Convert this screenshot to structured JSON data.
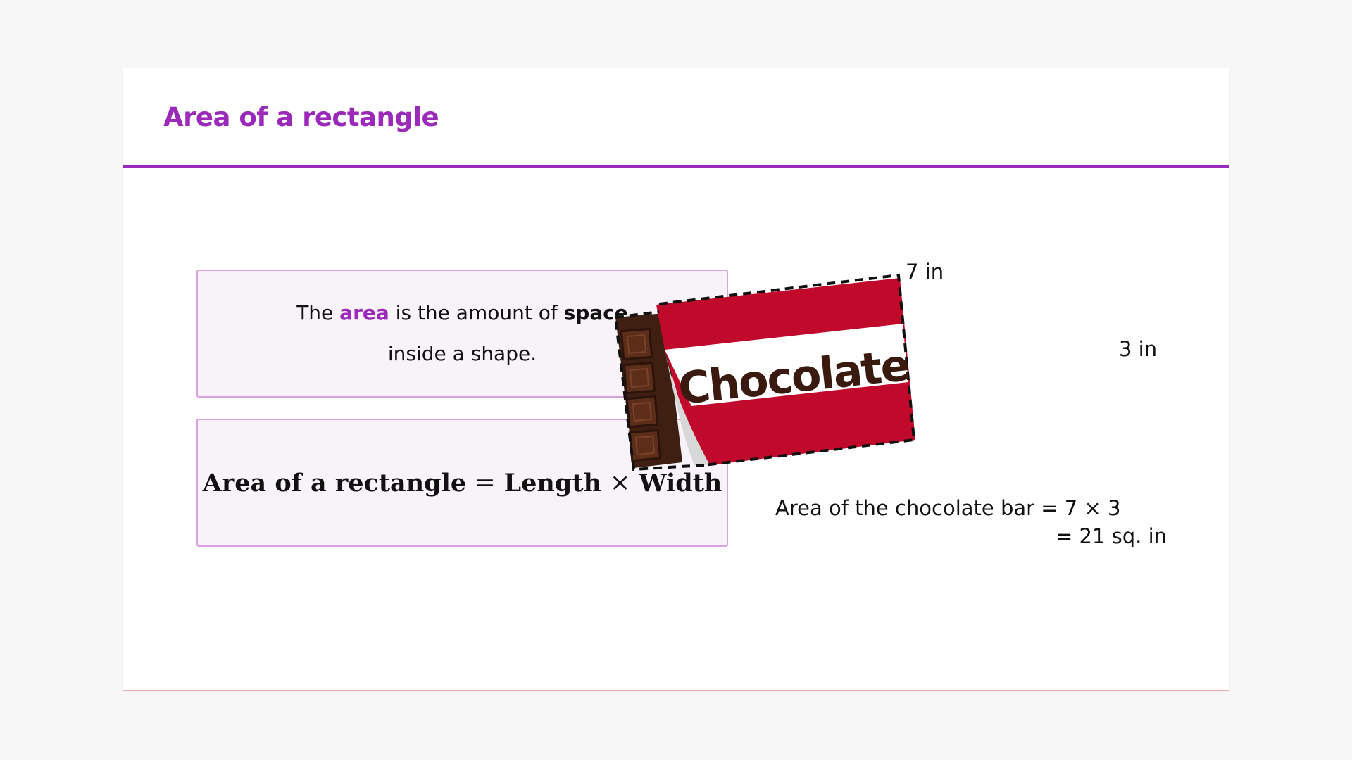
{
  "slide": {
    "title": "Area of a rectangle"
  },
  "definition": {
    "prefix": "The ",
    "keyword_area": "area",
    "middle": " is the amount of ",
    "keyword_space": "space",
    "line2": "inside a shape."
  },
  "formula": {
    "left": "Area of a rectangle",
    "equals": "=",
    "term1": "Length",
    "times": "×",
    "term2": "Width"
  },
  "illustration": {
    "wrapper_text": "Chocolate",
    "length_label": "7 in",
    "width_label": "3 in",
    "calc_line1": "Area of the chocolate bar = 7 × 3",
    "calc_line2": "= 21 sq. in"
  },
  "colors": {
    "accent": "#9b2aba",
    "box_border": "#dba2e3",
    "box_fill": "#f8f3f9",
    "wrapper_red": "#c10a2b",
    "chocolate_dark": "#3e1f12",
    "chocolate_mid": "#5c2e1a"
  }
}
